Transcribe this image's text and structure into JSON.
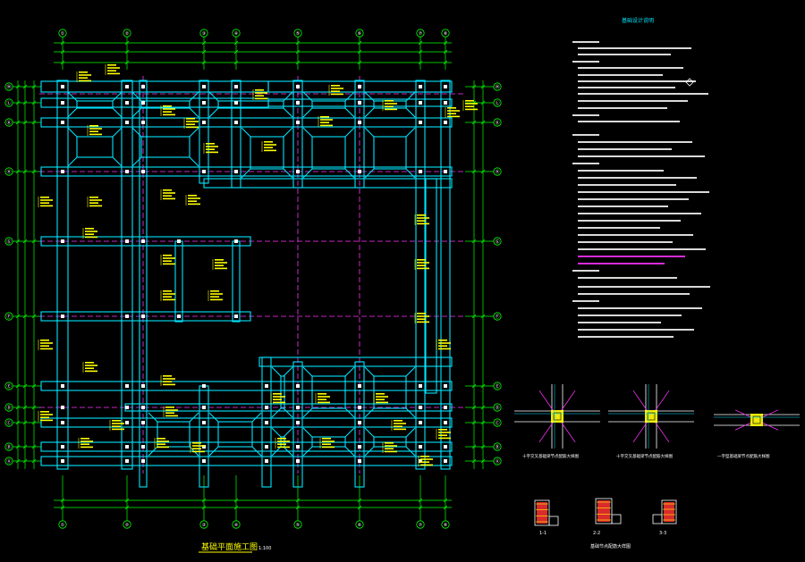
{
  "drawing": {
    "plan_title": "基础平面施工图",
    "plan_scale": "1:100",
    "notes_title": "基础设计说明",
    "detail_group_title": "基础节点配筋大样图",
    "axes_top": [
      "①",
      "②",
      "③",
      "④",
      "⑤",
      "⑥",
      "⑦",
      "⑧"
    ],
    "axes_left": [
      "Ⓜ",
      "Ⓛ",
      "Ⓚ",
      "Ⓗ",
      "Ⓖ",
      "Ⓕ",
      "Ⓔ",
      "Ⓓ",
      "Ⓒ",
      "Ⓑ",
      "Ⓐ"
    ],
    "detail_captions": [
      "十字交叉基础梁节点配筋大样图",
      "十字交叉基础梁节点配筋大样图",
      "一字型基础梁节点配筋大样图"
    ],
    "section_labels": [
      "1-1",
      "2-2",
      "3-3"
    ]
  },
  "colors": {
    "background": "#000000",
    "beam": "#00e5ff",
    "grid": "#00ff00",
    "axis_dashed": "#ff33ff",
    "annotation": "#ffff00",
    "text": "#ffffff",
    "rebar": "#ff3333"
  }
}
